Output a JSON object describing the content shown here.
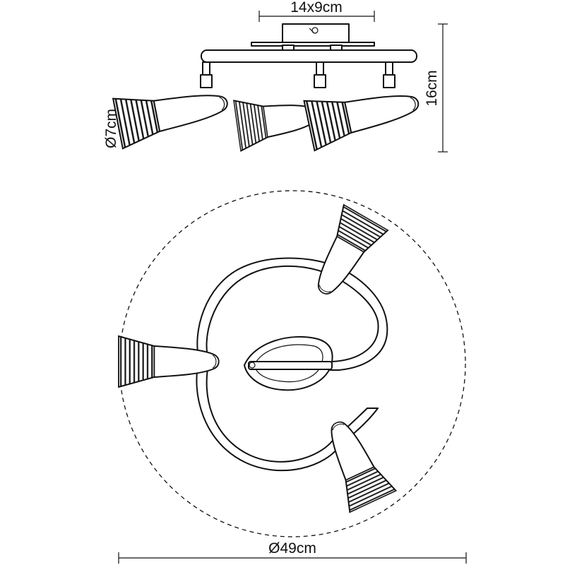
{
  "dimensions": {
    "base_size": "14x9cm",
    "height": "16cm",
    "shade_diameter": "Ø7cm",
    "overall_diameter": "Ø49cm"
  }
}
